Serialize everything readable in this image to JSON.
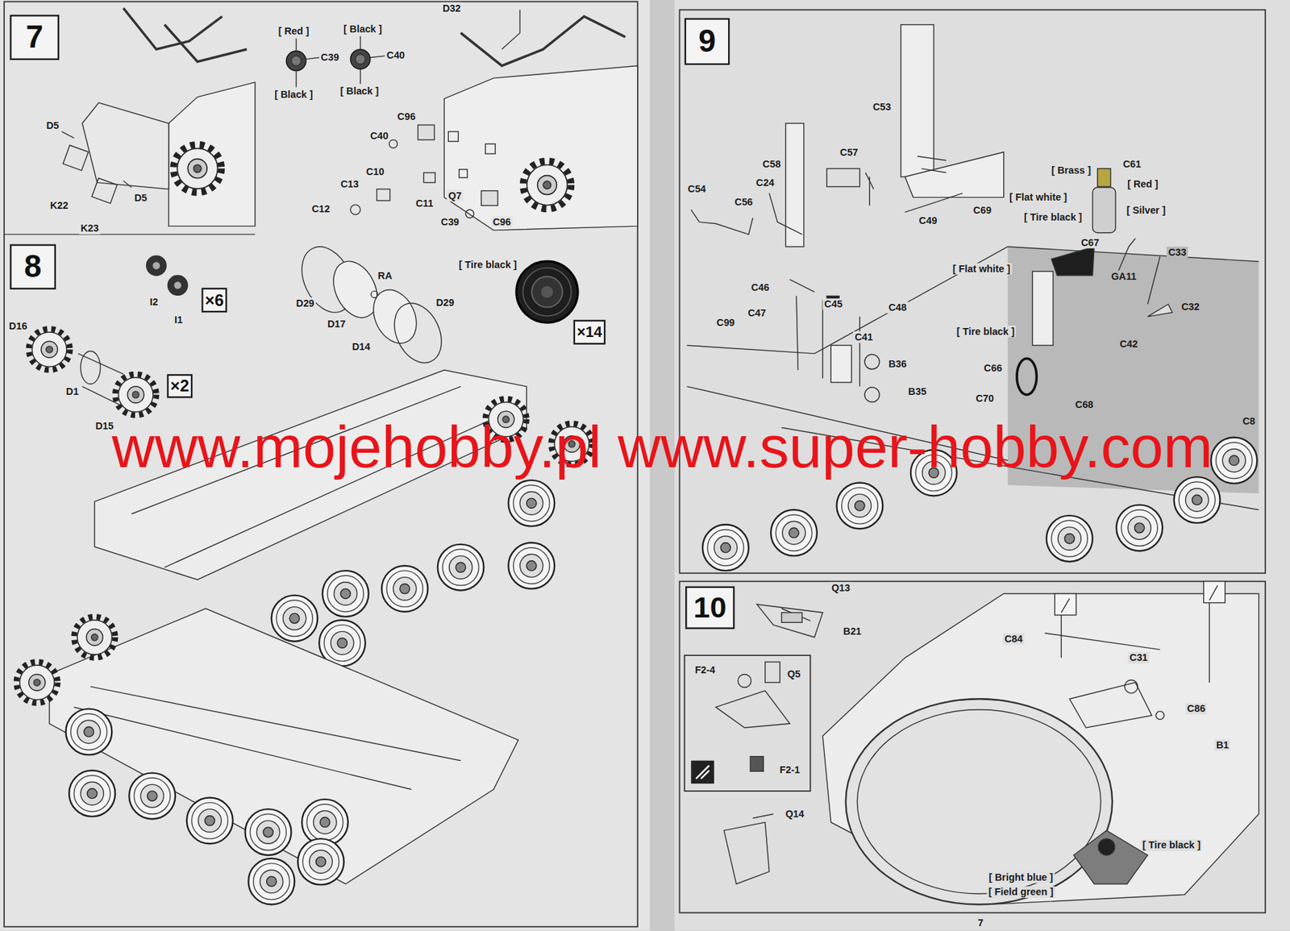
{
  "diagram": {
    "nodes": [
      {
        "text": [
          "7"
        ]
      },
      {
        "text": [
          "8"
        ]
      },
      {
        "text": [
          "9"
        ]
      },
      {
        "text": [
          "10"
        ]
      },
      {
        "text": [
          "×6"
        ]
      },
      {
        "text": [
          "×2"
        ]
      },
      {
        "text": [
          "×14"
        ]
      }
    ],
    "labels": [
      "[ Red ]",
      "C39",
      "[ Black ]",
      "[ Black ]",
      "C40",
      "[ Black ]",
      "D32",
      "C96",
      "C40",
      "C10",
      "C13",
      "C12",
      "C11",
      "Q7",
      "C39",
      "C96",
      "D5",
      "K22",
      "D5",
      "K23",
      "I2",
      "I1",
      "D16",
      "D1",
      "D15",
      "D29",
      "RA",
      "D17",
      "D14",
      "D29",
      "[ Tire black ]",
      "www.mojehobby.pl www.super-hobby.com",
      "C53",
      "C58",
      "C57",
      "C24",
      "C54",
      "C56",
      "C49",
      "C69",
      "[ Brass ]",
      "C61",
      "[ Red ]",
      "[ Flat white ]",
      "[ Silver ]",
      "[ Tire black ]",
      "C67",
      "C33",
      "GA11",
      "[ Flat white ]",
      "C32",
      "C46",
      "C47",
      "C45",
      "C48",
      "C99",
      "C41",
      "B36",
      "B35",
      "[ Tire black ]",
      "C42",
      "C66",
      "C70",
      "C68",
      "C8",
      "Q13",
      "B21",
      "F2-4",
      "Q5",
      "F2-1",
      "Q14",
      "C84",
      "C31",
      "C86",
      "B1",
      "[ Tire black ]",
      "[ Bright blue ]",
      "[ Field green ]",
      "7"
    ]
  }
}
